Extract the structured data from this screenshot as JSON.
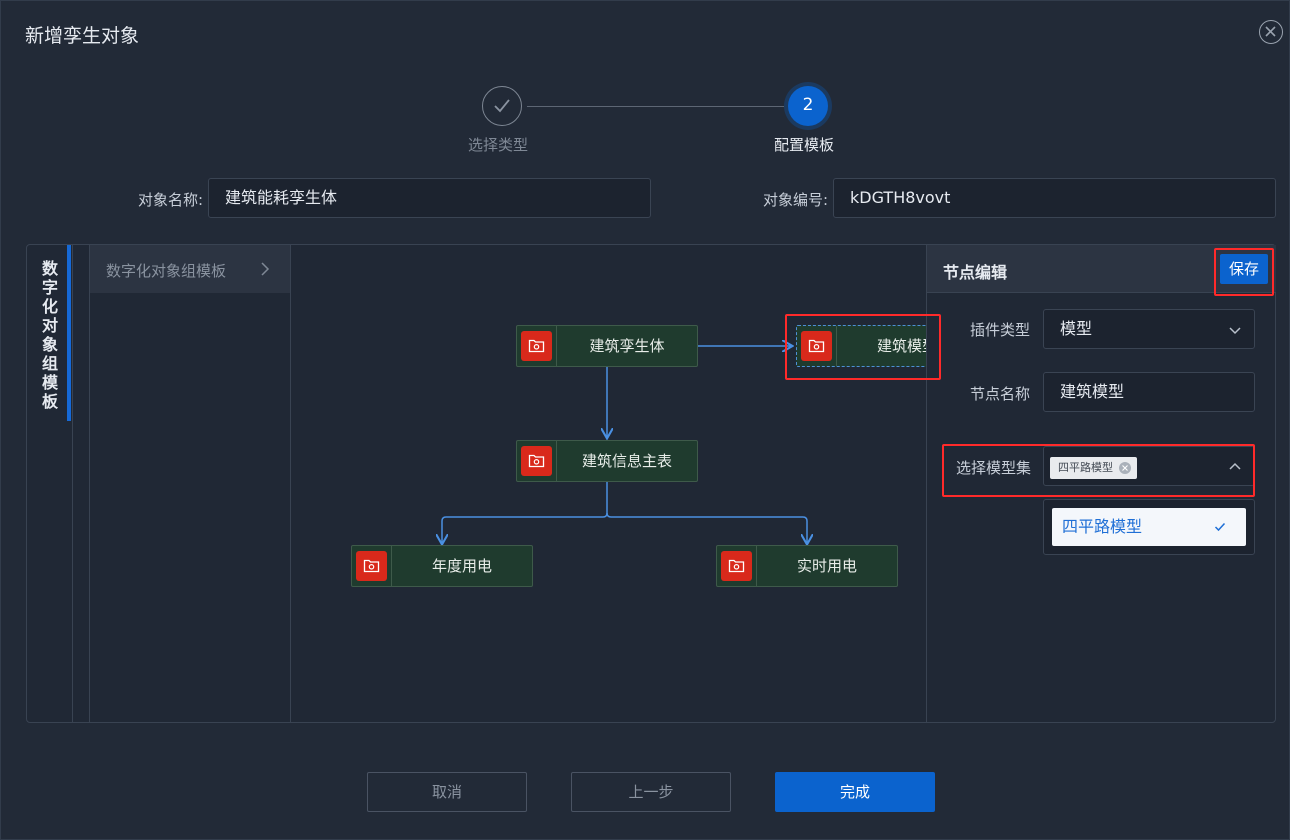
{
  "dialog": {
    "title": "新增孪生对象"
  },
  "steps": [
    {
      "label": "选择类型",
      "state": "done"
    },
    {
      "number": "2",
      "label": "配置模板",
      "state": "active"
    }
  ],
  "form": {
    "name_label": "对象名称:",
    "name_value": "建筑能耗孪生体",
    "code_label": "对象编号:",
    "code_value": "kDGTH8vovt"
  },
  "side_tab": {
    "label": "数字化对象组模板"
  },
  "tree": {
    "header": "数字化对象组模板"
  },
  "flow": {
    "nodes": [
      {
        "label": "建筑孪生体",
        "icon": "folder-icon"
      },
      {
        "label": "建筑模型",
        "icon": "folder-icon",
        "selected": true
      },
      {
        "label": "建筑信息主表",
        "icon": "folder-icon"
      },
      {
        "label": "年度用电",
        "icon": "folder-icon"
      },
      {
        "label": "实时用电",
        "icon": "folder-icon"
      }
    ]
  },
  "editor": {
    "title": "节点编辑",
    "save_label": "保存",
    "plugin_type_label": "插件类型",
    "plugin_type_value": "模型",
    "node_name_label": "节点名称",
    "node_name_value": "建筑模型",
    "model_set_label": "选择模型集",
    "model_set_tags": [
      "四平路模型"
    ],
    "dropdown_options": [
      {
        "label": "四平路模型",
        "selected": true
      }
    ]
  },
  "footer": {
    "cancel_label": "取消",
    "prev_label": "上一步",
    "finish_label": "完成"
  },
  "colors": {
    "accent": "#0b63ce",
    "node_bg": "#1f3b2e",
    "node_icon": "#d9291b",
    "connector": "#4a90e2",
    "highlight": "#ff2a2a"
  }
}
